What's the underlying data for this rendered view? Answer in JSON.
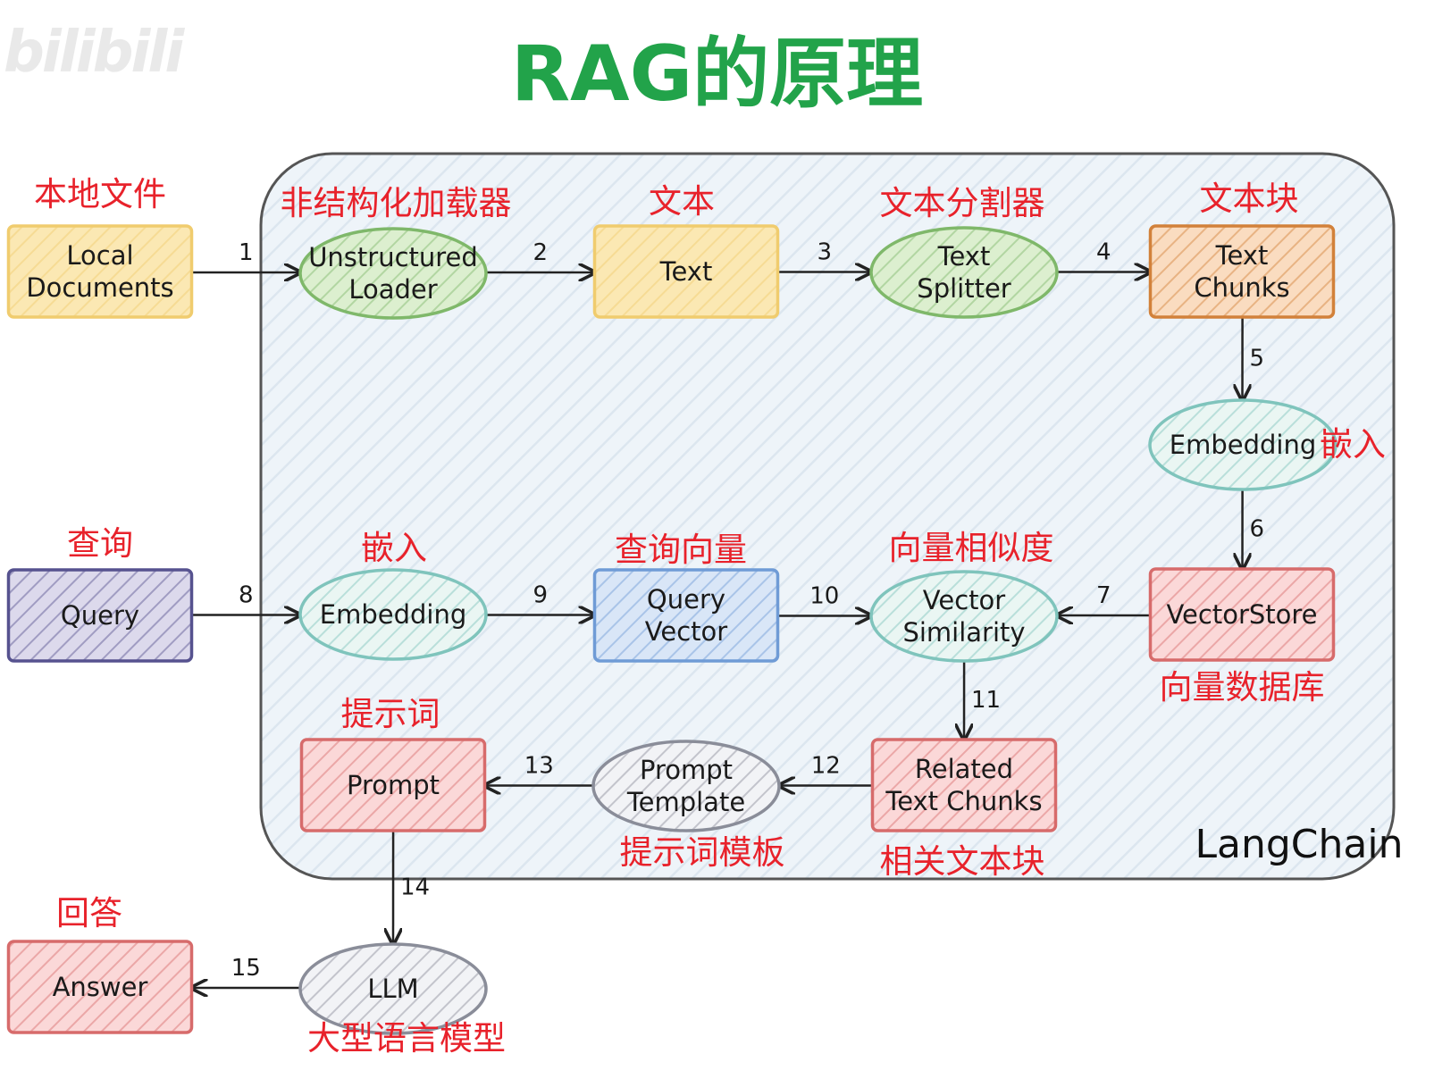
{
  "watermark": "bilibili",
  "title": "RAG的原理",
  "brand": "LangChain",
  "nodes": {
    "local_documents": {
      "text": [
        "Local",
        "Documents"
      ],
      "label": "本地文件"
    },
    "unstructured_loader": {
      "text": [
        "Unstructured",
        "Loader"
      ],
      "label": "非结构化加载器"
    },
    "text": {
      "text": [
        "Text"
      ],
      "label": "文本"
    },
    "text_splitter": {
      "text": [
        "Text",
        "Splitter"
      ],
      "label": "文本分割器"
    },
    "text_chunks": {
      "text": [
        "Text",
        "Chunks"
      ],
      "label": "文本块"
    },
    "embedding_doc": {
      "text": [
        "Embedding"
      ],
      "label": "嵌入"
    },
    "vectorstore": {
      "text": [
        "VectorStore"
      ],
      "label": "向量数据库"
    },
    "query": {
      "text": [
        "Query"
      ],
      "label": "查询"
    },
    "embedding_query": {
      "text": [
        "Embedding"
      ],
      "label": "嵌入"
    },
    "query_vector": {
      "text": [
        "Query",
        "Vector"
      ],
      "label": "查询向量"
    },
    "vector_similarity": {
      "text": [
        "Vector",
        "Similarity"
      ],
      "label": "向量相似度"
    },
    "related_text_chunks": {
      "text": [
        "Related",
        "Text Chunks"
      ],
      "label": "相关文本块"
    },
    "prompt_template": {
      "text": [
        "Prompt",
        "Template"
      ],
      "label": "提示词模板"
    },
    "prompt": {
      "text": [
        "Prompt"
      ],
      "label": "提示词"
    },
    "llm": {
      "text": [
        "LLM"
      ],
      "label": "大型语言模型"
    },
    "answer": {
      "text": [
        "Answer"
      ],
      "label": "回答"
    }
  },
  "edges": [
    {
      "from": "local_documents",
      "to": "unstructured_loader",
      "label": "1"
    },
    {
      "from": "unstructured_loader",
      "to": "text",
      "label": "2"
    },
    {
      "from": "text",
      "to": "text_splitter",
      "label": "3"
    },
    {
      "from": "text_splitter",
      "to": "text_chunks",
      "label": "4"
    },
    {
      "from": "text_chunks",
      "to": "embedding_doc",
      "label": "5"
    },
    {
      "from": "embedding_doc",
      "to": "vectorstore",
      "label": "6"
    },
    {
      "from": "vectorstore",
      "to": "vector_similarity",
      "label": "7"
    },
    {
      "from": "query",
      "to": "embedding_query",
      "label": "8"
    },
    {
      "from": "embedding_query",
      "to": "query_vector",
      "label": "9"
    },
    {
      "from": "query_vector",
      "to": "vector_similarity",
      "label": "10"
    },
    {
      "from": "vector_similarity",
      "to": "related_text_chunks",
      "label": "11"
    },
    {
      "from": "related_text_chunks",
      "to": "prompt_template",
      "label": "12"
    },
    {
      "from": "prompt_template",
      "to": "prompt",
      "label": "13"
    },
    {
      "from": "prompt",
      "to": "llm",
      "label": "14"
    },
    {
      "from": "llm",
      "to": "answer",
      "label": "15"
    }
  ],
  "colors": {
    "title": "#22a34a",
    "label": "#e8222b",
    "yellow_fill": "#fbe8b3",
    "yellow_stroke": "#f0cc6e",
    "green_fill": "#dcefcf",
    "green_stroke": "#7fb86a",
    "orange_fill": "#fadcc0",
    "orange_stroke": "#d2813a",
    "teal_fill": "#eaf6f3",
    "teal_stroke": "#7fc4bc",
    "red_fill": "#fbd8d8",
    "red_stroke": "#d76b6b",
    "purple_fill": "#dcd9ec",
    "purple_stroke": "#56528f",
    "blue_fill": "#d9e6f7",
    "blue_stroke": "#6f9bd6",
    "gray_fill": "#f2f3f6",
    "gray_stroke": "#8a8d99",
    "container_fill": "#eef4f9",
    "container_stroke": "#555555"
  }
}
